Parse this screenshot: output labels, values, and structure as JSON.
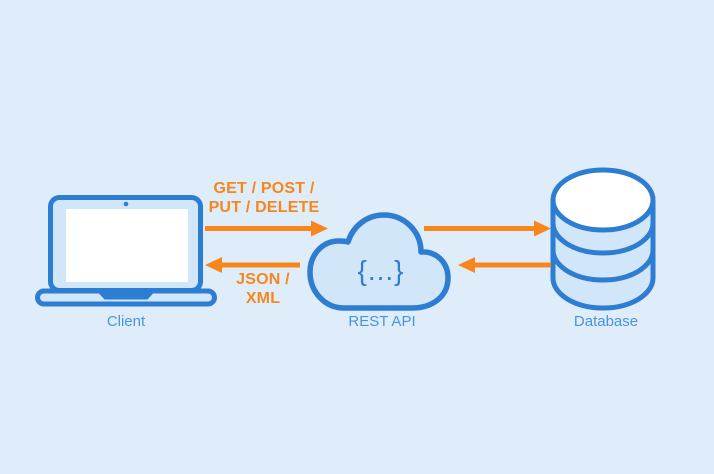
{
  "colors": {
    "background": "#dfecfa",
    "stroke_blue": "#2d7dd2",
    "fill_light_blue": "#d2e6f9",
    "label_blue": "#4a94dd",
    "arrow_orange": "#f7861d",
    "white": "#ffffff"
  },
  "nodes": {
    "client": {
      "label": "Client",
      "icon": "laptop-icon"
    },
    "rest_api": {
      "label": "REST API",
      "icon": "cloud-icon",
      "glyph": "{...}"
    },
    "database": {
      "label": "Database",
      "icon": "database-icon"
    }
  },
  "edges": {
    "request": {
      "from": "Client",
      "to": "REST API",
      "direction": "right",
      "line1": "GET / POST /",
      "line2": "PUT / DELETE"
    },
    "response": {
      "from": "REST API",
      "to": "Client",
      "direction": "left",
      "line1": "JSON /",
      "line2": "XML"
    },
    "api_to_db": {
      "from": "REST API",
      "to": "Database",
      "direction": "right"
    },
    "db_to_api": {
      "from": "Database",
      "to": "REST API",
      "direction": "left"
    }
  }
}
